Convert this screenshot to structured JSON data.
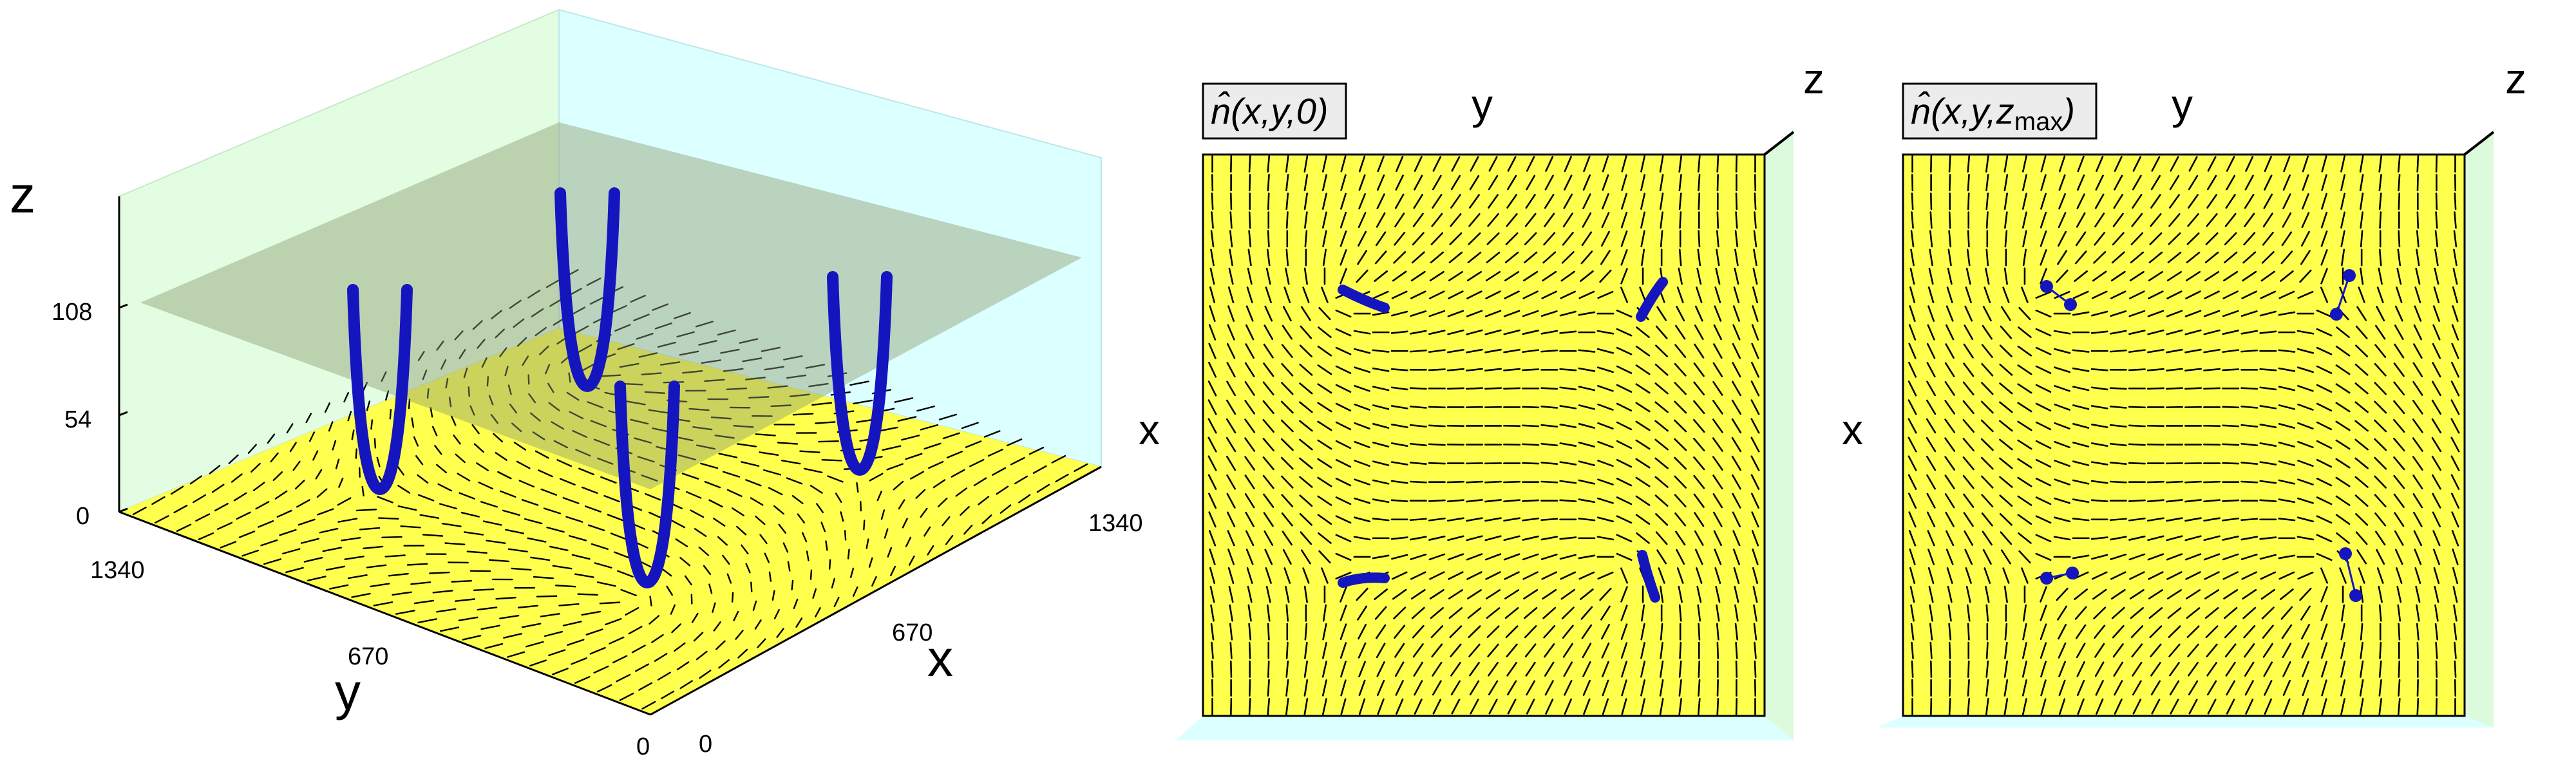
{
  "panel3d": {
    "axis_z": "z",
    "axis_y": "y",
    "axis_x": "x",
    "z_ticks": [
      "0",
      "54",
      "108"
    ],
    "y_ticks": [
      "1340",
      "670",
      "0"
    ],
    "x_ticks": [
      "0",
      "670",
      "1340"
    ]
  },
  "panel_left": {
    "label_main": "n̂(x,y,0)",
    "axis_top": "y",
    "axis_side": "x",
    "axis_corner": "z"
  },
  "panel_right": {
    "label_main": "n̂(x,y,z",
    "label_sub": "max",
    "label_end": ")",
    "axis_top": "y",
    "axis_side": "x",
    "axis_corner": "z"
  },
  "colors": {
    "plane": "#ffff4d",
    "volume_side": "#d8ffff",
    "volume_back": "#dcffdc",
    "slice_plane": "#a8b38c",
    "defect": "#1515c0",
    "line": "#000000"
  },
  "defect_markers_2d_left": [
    {
      "name": "top-left",
      "shape": "streak"
    },
    {
      "name": "top-right",
      "shape": "streak"
    },
    {
      "name": "bottom-left",
      "shape": "streak"
    },
    {
      "name": "bottom-right",
      "shape": "streak"
    }
  ],
  "defect_markers_2d_right": [
    {
      "name": "top-left",
      "shape": "dot-pair"
    },
    {
      "name": "top-right",
      "shape": "dot-pair"
    },
    {
      "name": "bottom-left",
      "shape": "dot-pair"
    },
    {
      "name": "bottom-right",
      "shape": "dot-pair"
    }
  ]
}
